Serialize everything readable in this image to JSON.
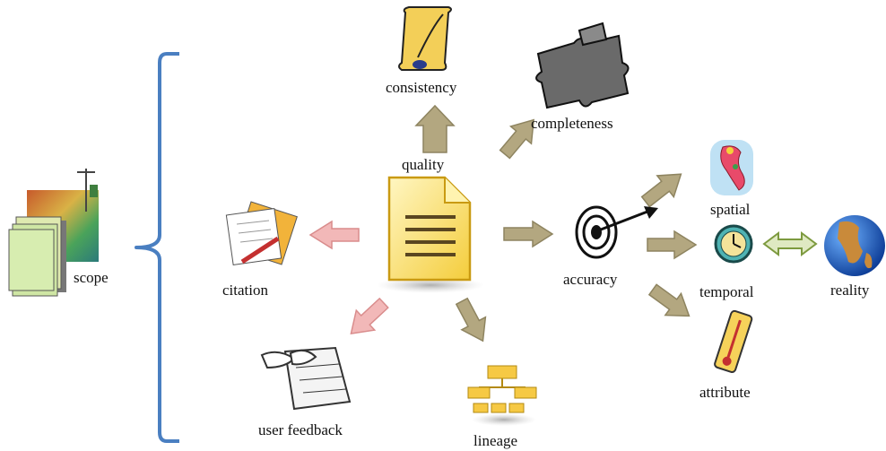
{
  "diagram": {
    "scope_label": "scope",
    "center_label": "quality",
    "nodes": {
      "consistency": "consistency",
      "completeness": "completeness",
      "citation": "citation",
      "user_feedback": "user feedback",
      "lineage": "lineage",
      "accuracy": "accuracy",
      "spatial": "spatial",
      "temporal": "temporal",
      "attribute": "attribute",
      "reality": "reality"
    },
    "colors": {
      "bracket": "#4a7fc1",
      "olive_arrow": "#b3a780",
      "olive_arrow_stroke": "#8e8460",
      "pink_arrow": "#f2b8b8",
      "pink_arrow_stroke": "#d98c8c",
      "green_arrow": "#dfe9c2",
      "green_arrow_stroke": "#7d9a3f",
      "document": "#fbe27a"
    }
  }
}
